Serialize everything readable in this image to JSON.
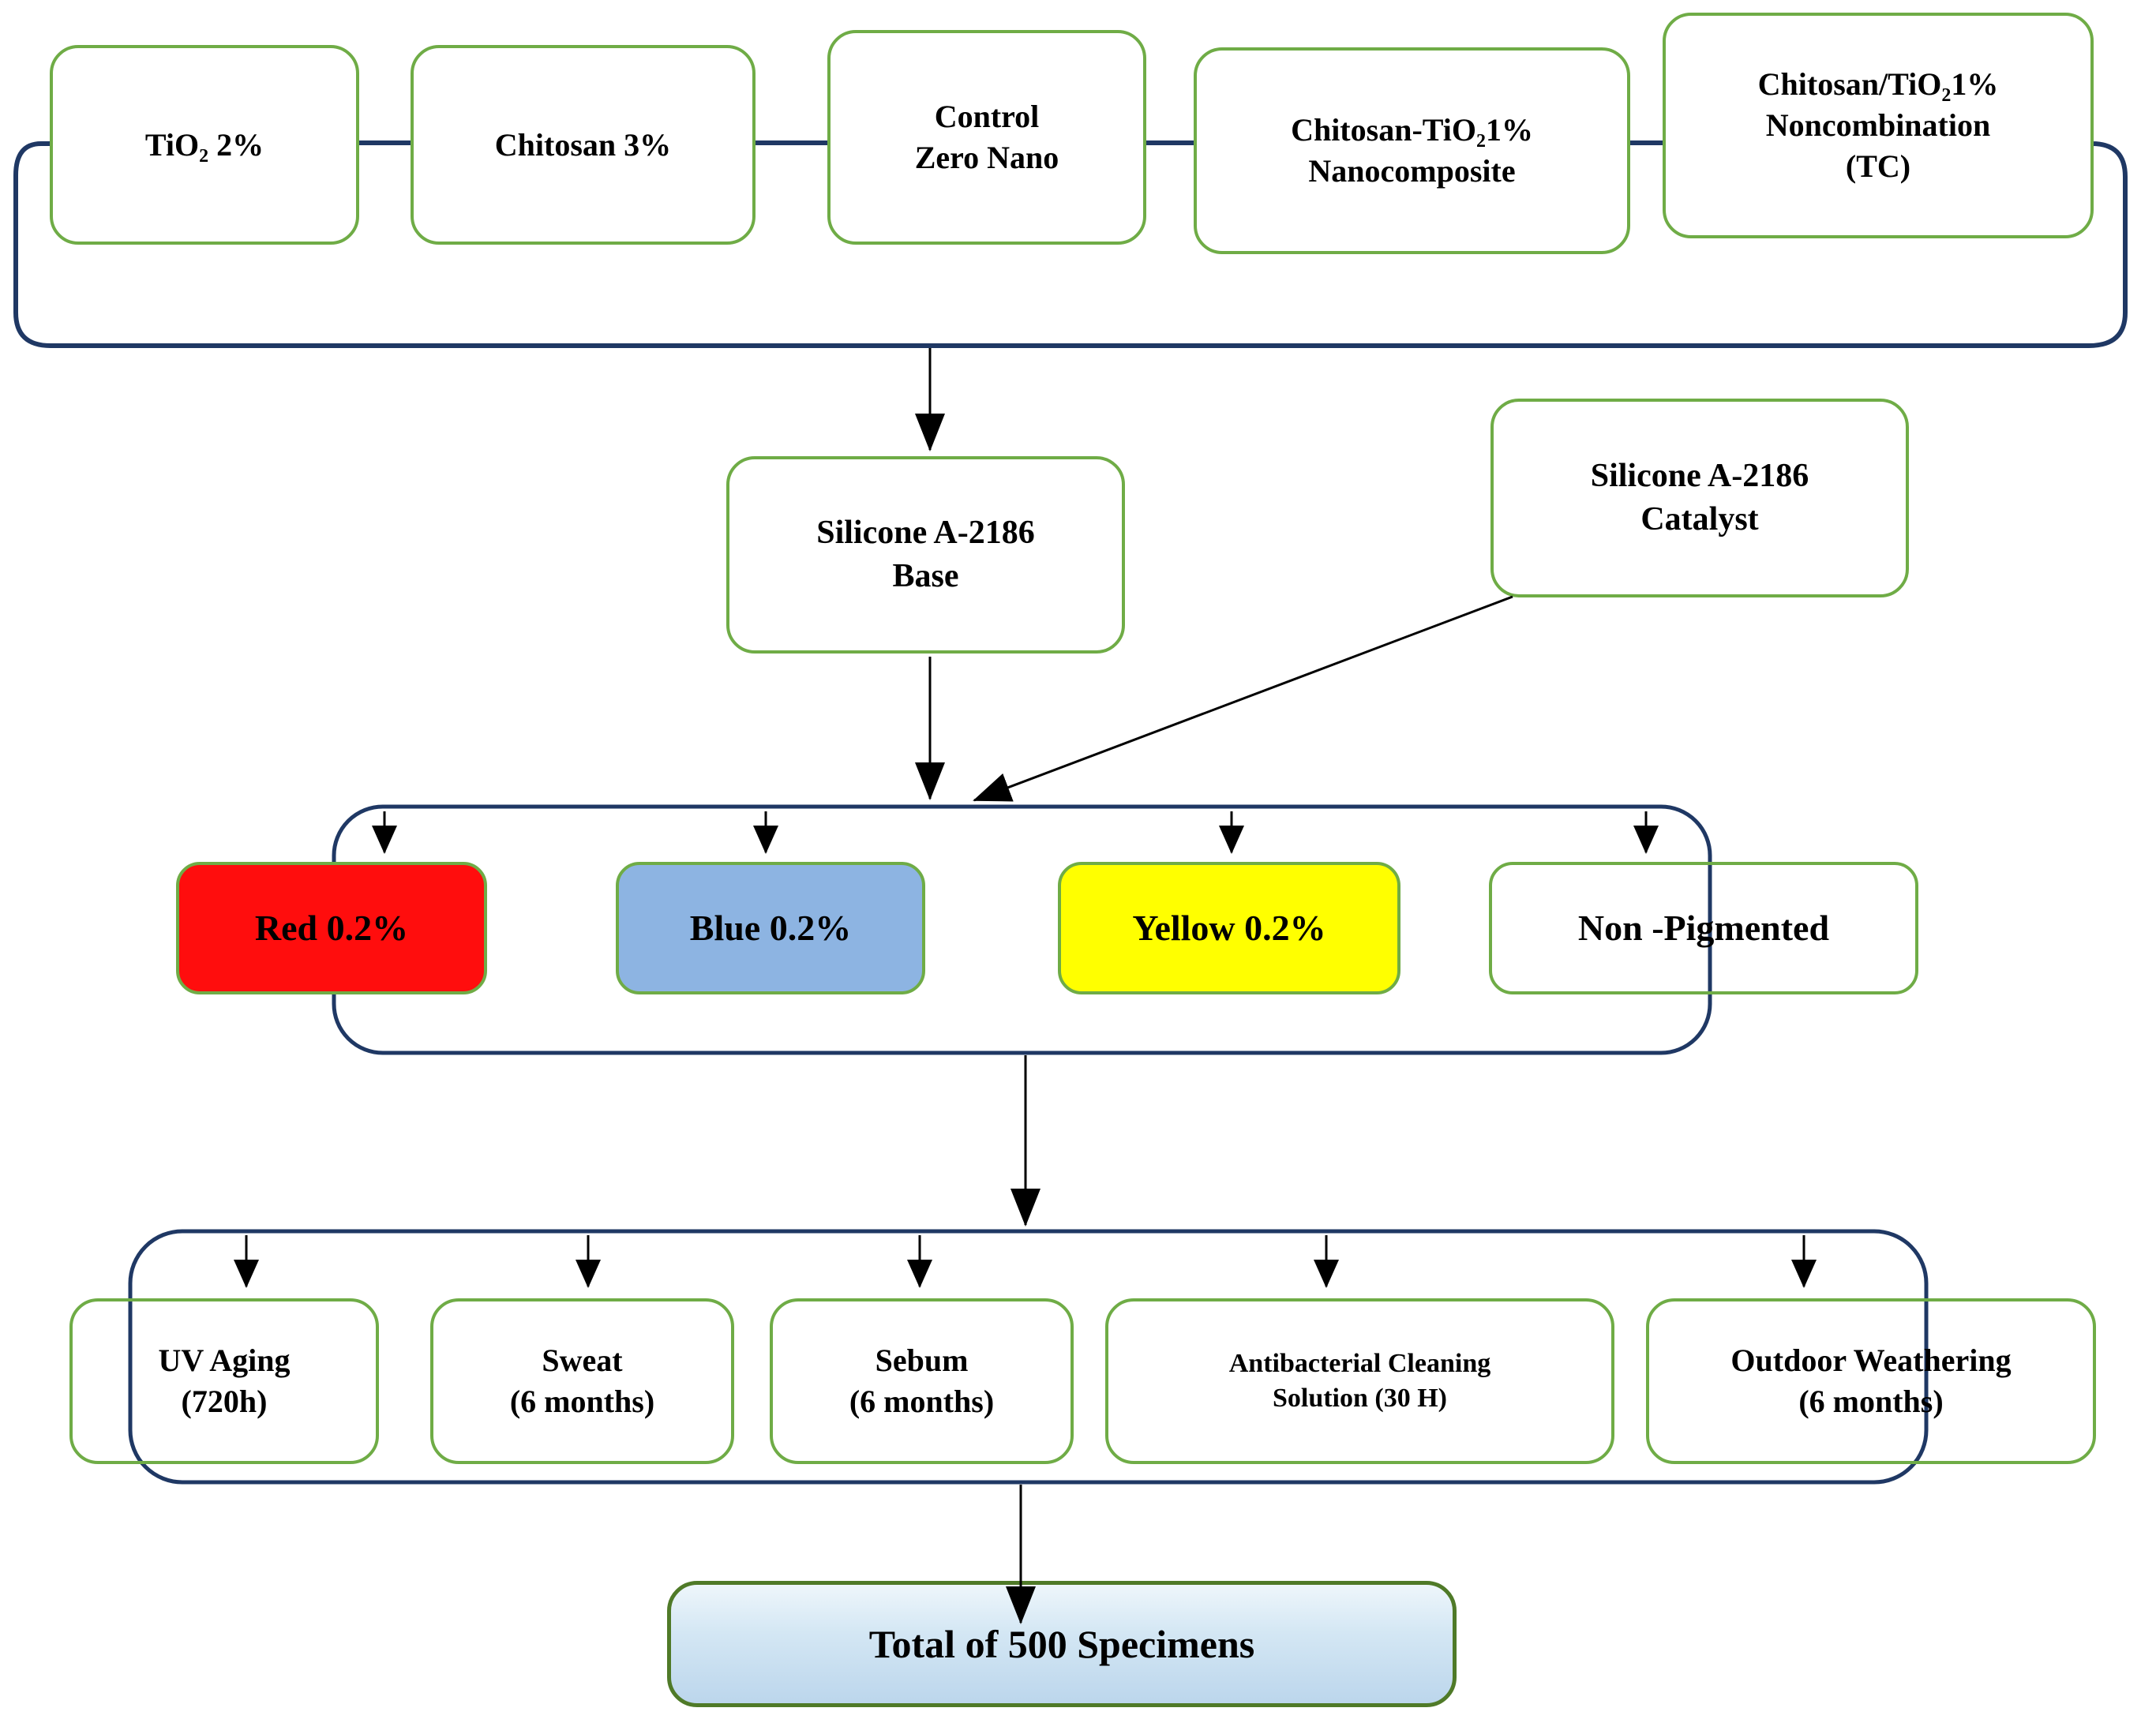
{
  "colors": {
    "navy_line": "#1F3864",
    "green_border": "#6FAC46",
    "total_border": "#4F7A28",
    "arrow_black": "#000000",
    "red_fill": "#FF0D0D",
    "blue_fill": "#8DB4E2",
    "yellow_fill": "#FFFF00",
    "total_fill_top": "#EEF6FB",
    "total_fill_bottom": "#BCD6EC"
  },
  "materials_row": {
    "tio2": {
      "label": "TiO₂ 2%"
    },
    "chitosan": {
      "label": "Chitosan 3%"
    },
    "control": {
      "label": [
        "Control",
        "Zero Nano"
      ]
    },
    "nanocomposite": {
      "label": [
        "Chitosan-TiO₂1%",
        "Nanocomposite"
      ]
    },
    "noncombination": {
      "label": [
        "Chitosan/TiO₂1%",
        "Noncombination",
        "(TC)"
      ]
    }
  },
  "silicone": {
    "base": {
      "label": [
        "Silicone A-2186",
        "Base"
      ]
    },
    "catalyst": {
      "label": [
        "Silicone A-2186",
        "Catalyst"
      ]
    }
  },
  "pigments_row": {
    "red": {
      "label": "Red 0.2%",
      "fill": "#FF0D0D"
    },
    "blue": {
      "label": "Blue 0.2%",
      "fill": "#8DB4E2"
    },
    "yellow": {
      "label": "Yellow 0.2%",
      "fill": "#FFFF00"
    },
    "non_pigmented": {
      "label": "Non -Pigmented"
    }
  },
  "aging_row": {
    "uv": {
      "label": [
        "UV Aging",
        "(720h)"
      ]
    },
    "sweat": {
      "label": [
        "Sweat",
        "(6 months)"
      ]
    },
    "sebum": {
      "label": [
        "Sebum",
        "(6 months)"
      ]
    },
    "antibacterial": {
      "label": [
        "Antibacterial Cleaning",
        "Solution (30 H)"
      ]
    },
    "outdoor": {
      "label": [
        "Outdoor Weathering",
        "(6 months)"
      ]
    }
  },
  "total": {
    "label": "Total of 500 Specimens"
  }
}
